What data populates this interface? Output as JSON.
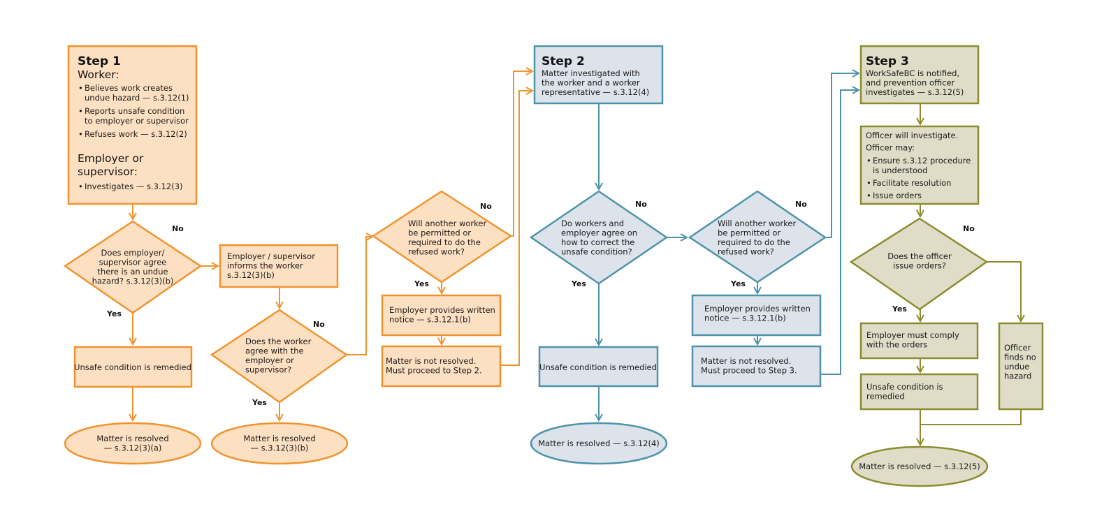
{
  "colors": {
    "orange": "#f0932f",
    "orange_fill": "#fde0c2",
    "blue": "#4e93ab",
    "blue_fill": "#dde3ea",
    "olive": "#8c8c2e",
    "olive_fill": "#dfddc7"
  },
  "labels": {
    "yes": "Yes",
    "no": "No"
  },
  "step1": {
    "title": "Step 1",
    "worker_heading": "Worker:",
    "worker_items": [
      [
        "Believes work creates",
        "undue hazard — s.3.12(1)"
      ],
      [
        "Reports unsafe condition",
        "to employer or supervisor"
      ],
      [
        "Refuses work — s.3.12(2)"
      ]
    ],
    "employer_heading": [
      "Employer or",
      "supervisor:"
    ],
    "employer_items": [
      [
        "Investigates — s.3.12(3)"
      ]
    ],
    "decision1": [
      "Does employer/",
      "supervisor agree",
      "there is an undue",
      "hazard? s.3.12(3)(b)"
    ],
    "remedied": "Unsafe condition is remedied",
    "resolved1": [
      "Matter is resolved",
      "— s.3.12(3)(a)"
    ],
    "informs": [
      "Employer / supervisor",
      "informs the worker",
      "s.3.12(3)(b)"
    ],
    "decision2": [
      "Does the worker",
      "agree with the",
      "employer or",
      "supervisor?"
    ],
    "resolved2": [
      "Matter is resolved",
      "— s.3.12(3)(b)"
    ],
    "decision3": [
      "Will another worker",
      "be permitted or",
      "required to do the",
      "refused work?"
    ],
    "notice": [
      "Employer provides written",
      "notice — s.3.12.1(b)"
    ],
    "not_resolved": [
      "Matter is not resolved.",
      "Must proceed to Step 2."
    ]
  },
  "step2": {
    "title": "Step 2",
    "text": [
      "Matter investigated with",
      "the worker and a worker",
      "representative — s.3.12(4)"
    ],
    "decision1": [
      "Do workers and",
      "employer agree on",
      "how to correct the",
      "unsafe condition?"
    ],
    "remedied": "Unsafe condition is remedied",
    "resolved": "Matter is resolved — s.3.12(4)",
    "decision2": [
      "Will another worker",
      "be permitted or",
      "required to do the",
      "refused work?"
    ],
    "notice": [
      "Employer provides written",
      "notice — s.3.12.1(b)"
    ],
    "not_resolved": [
      "Matter is not resolved.",
      "Must proceed to Step 3."
    ]
  },
  "step3": {
    "title": "Step 3",
    "text": [
      "WorkSafeBC is notified,",
      "and prevention officer",
      "investigates — s.3.12(5)"
    ],
    "officer_heading": [
      "Officer will investigate.",
      "Officer may:"
    ],
    "officer_items": [
      [
        "Ensure s.3.12 procedure",
        "is understood"
      ],
      [
        "Facilitate resolution"
      ],
      [
        "Issue orders"
      ]
    ],
    "decision": [
      "Does the officer",
      "issue orders?"
    ],
    "comply": [
      "Employer must comply",
      "with the orders"
    ],
    "remedied": [
      "Unsafe condition is",
      "remedied"
    ],
    "no_hazard": [
      "Officer",
      "finds no",
      "undue",
      "hazard"
    ],
    "resolved": "Matter is resolved — s.3.12(5)"
  }
}
